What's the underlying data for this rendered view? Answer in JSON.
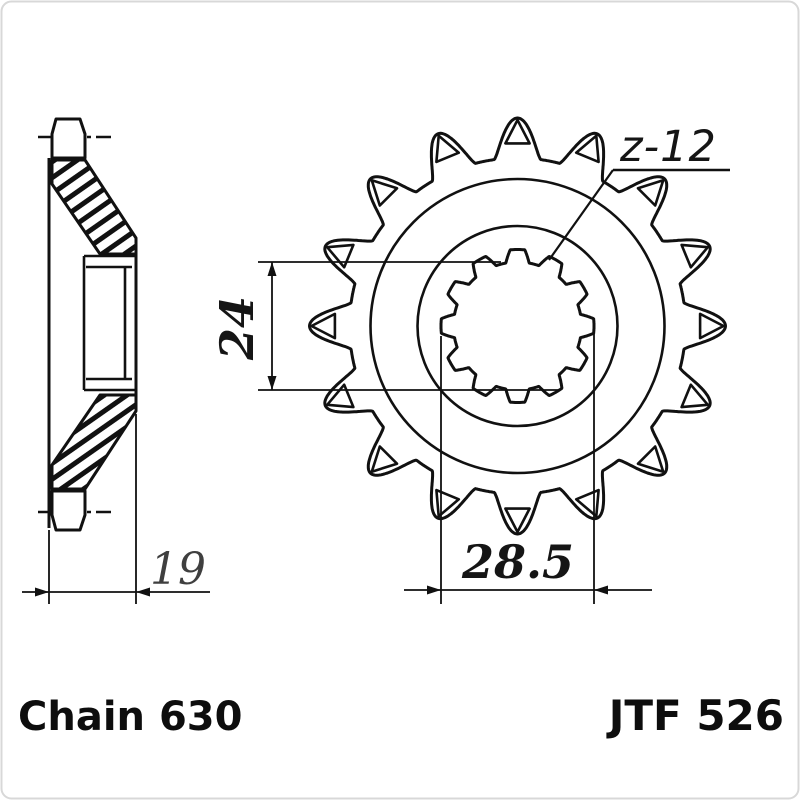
{
  "drawing": {
    "dimensions": {
      "teeth_label": "z-12",
      "spline_minor_diameter": "24",
      "spline_major_diameter": "28.5",
      "hub_width": "19"
    },
    "footer": {
      "chain_label": "Chain 630",
      "part_label": "JTF 526"
    },
    "colors": {
      "line": "#111111",
      "background": "#ffffff",
      "frame": "#d8d8d8"
    }
  }
}
